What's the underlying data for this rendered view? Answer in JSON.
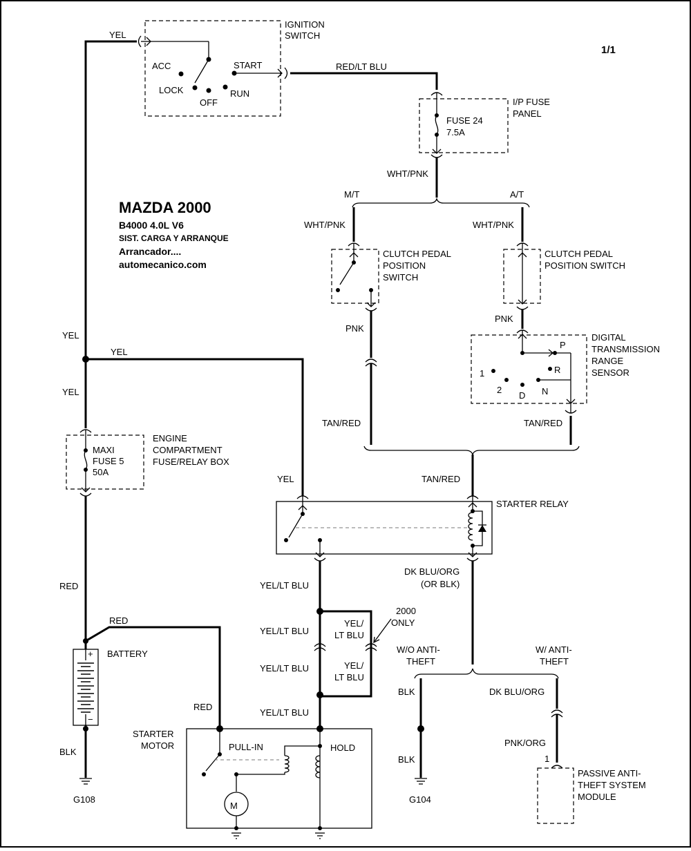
{
  "page_number": "1/1",
  "title": {
    "line1": "MAZDA 2000",
    "line2": "B4000  4.0L  V6",
    "line3": "SIST. CARGA Y ARRANQUE",
    "line4": "Arrancador....",
    "line5": "automecanico.com"
  },
  "components": {
    "ignition_switch": [
      "IGNITION",
      "SWITCH"
    ],
    "ign_positions": {
      "acc": "ACC",
      "lock": "LOCK",
      "off": "OFF",
      "run": "RUN",
      "start": "START"
    },
    "ip_fuse_panel": [
      "I/P FUSE",
      "PANEL"
    ],
    "fuse24": [
      "FUSE 24",
      "7.5A"
    ],
    "clutch_mt": [
      "CLUTCH PEDAL",
      "POSITION",
      "SWITCH"
    ],
    "clutch_at": [
      "CLUTCH PEDAL",
      "POSITION SWITCH"
    ],
    "dtr_sensor": [
      "DIGITAL",
      "TRANSMISSION",
      "RANGE",
      "SENSOR"
    ],
    "dtr_positions": {
      "p": "P",
      "r": "R",
      "n": "N",
      "d": "D",
      "one": "1",
      "two": "2"
    },
    "engine_box": [
      "ENGINE",
      "COMPARTMENT",
      "FUSE/RELAY BOX"
    ],
    "maxi_fuse": [
      "MAXI",
      "FUSE 5",
      "50A"
    ],
    "starter_relay": "STARTER RELAY",
    "battery": "BATTERY",
    "battery_plus": "+",
    "battery_minus": "−",
    "starter_motor": [
      "STARTER",
      "MOTOR"
    ],
    "pull_in": "PULL-IN",
    "hold": "HOLD",
    "motor": "M",
    "pats": [
      "PASSIVE ANTI-",
      "THEFT SYSTEM",
      "MODULE"
    ],
    "pats_pin": "1"
  },
  "wires": {
    "yel": "YEL",
    "red_lt_blu": "RED/LT BLU",
    "wht_pnk": "WHT/PNK",
    "mt": "M/T",
    "at": "A/T",
    "pnk": "PNK",
    "tan_red": "TAN/RED",
    "red": "RED",
    "blk": "BLK",
    "yel_lt_blu": "YEL/LT BLU",
    "yel_lt_blu_split": [
      "YEL/",
      "LT BLU"
    ],
    "only_2000": [
      "2000",
      "ONLY"
    ],
    "dk_blu_org": "DK BLU/ORG",
    "or_blk": "(OR BLK)",
    "wo_anti_theft": [
      "W/O ANTI-",
      "THEFT"
    ],
    "w_anti_theft": [
      "W/ ANTI-",
      "THEFT"
    ],
    "pnk_org": "PNK/ORG"
  },
  "grounds": {
    "g108": "G108",
    "g104": "G104"
  }
}
